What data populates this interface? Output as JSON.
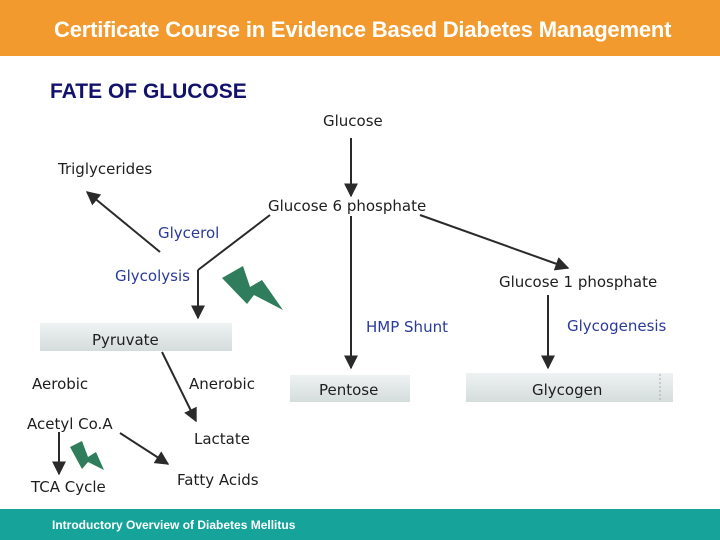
{
  "header": {
    "title": "Certificate Course in Evidence Based Diabetes Management"
  },
  "slide": {
    "title": "FATE OF GLUCOSE"
  },
  "footer": {
    "title": "Introductory Overview of Diabetes Mellitus"
  },
  "diagram": {
    "nodes": {
      "glucose": "Glucose",
      "triglycerides": "Triglycerides",
      "g6p": "Glucose 6 phosphate",
      "glycerol": "Glycerol",
      "glycolysis": "Glycolysis",
      "g1p": "Glucose 1 phosphate",
      "hmp_shunt": "HMP Shunt",
      "glycogenesis": "Glycogenesis",
      "pyruvate": "Pyruvate",
      "aerobic": "Aerobic",
      "anerobic": "Anerobic",
      "pentose": "Pentose",
      "glycogen": "Glycogen",
      "acetyl_coa": "Acetyl  Co.A",
      "lactate": "Lactate",
      "tca_cycle": "TCA Cycle",
      "fatty_acids": "Fatty  Acids"
    },
    "colors": {
      "arrow": "#2a2a2a",
      "bolt": "#2f7d5c",
      "box": "#e3e8e8",
      "header": "#f29a2e",
      "footer": "#16a39a",
      "title": "#12126e"
    }
  }
}
